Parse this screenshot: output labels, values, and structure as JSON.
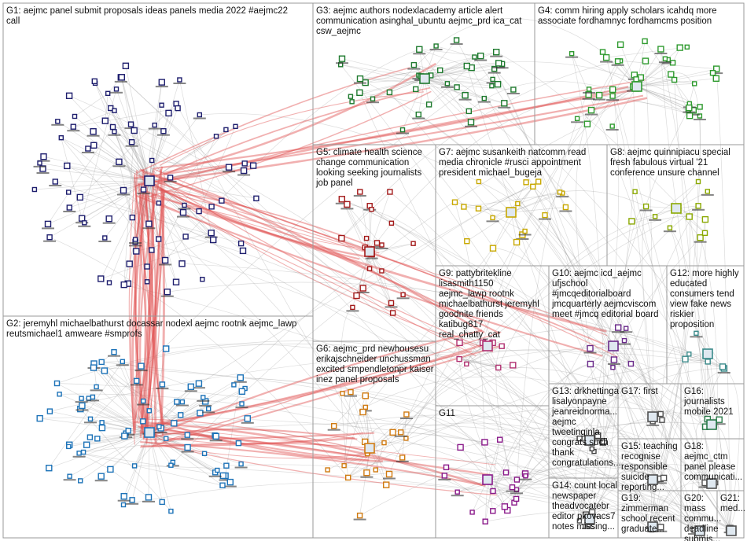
{
  "groups": [
    {
      "id": "G1",
      "label": "G1: aejmc panel submit proposals ideas panels media 2022 #aejmc22",
      "label2": "call",
      "color": "#1f1f6e",
      "n": 90
    },
    {
      "id": "G2",
      "label": "G2: jeremyhl michaelbathurst docassar nodexl aejmc rootnk aejmc_lawp",
      "label2": "reutsmichael1 amweare #smprofs",
      "color": "#1d73b8",
      "n": 85
    },
    {
      "id": "G3",
      "label": "G3: aejmc authors nodexlacademy article alert",
      "label2": "communication asinghal_ubuntu aejmc_prd ica_cat",
      "label3": "csw_aejmc",
      "color": "#1e7a2e",
      "n": 40
    },
    {
      "id": "G4",
      "label": "G4: comm hiring apply scholars icahdq more",
      "label2": "associate fordhamnyc fordhamcms position",
      "color": "#2e9a2e",
      "n": 40
    },
    {
      "id": "G5",
      "label": "G5: climate health science",
      "label2": "change communication",
      "label3": "looking seeking journalists",
      "label4": "job panel",
      "color": "#a31a1a",
      "n": 22
    },
    {
      "id": "G6",
      "label": "G6: aejmc_prd newhousesu",
      "label2": "erikajschneider unchussman",
      "label3": "excited smpendletonpr kaiser",
      "label4": "inez panel proposals",
      "color": "#d07a10",
      "n": 22
    },
    {
      "id": "G7",
      "label": "G7: aejmc susankeith natcomm read",
      "label2": "media chronicle #rusci appointment",
      "label3": "president michael_bugeja",
      "color": "#c8a800",
      "n": 18
    },
    {
      "id": "G8",
      "label": "G8: aejmc quinnipiacu special",
      "label2": "fresh fabulous virtual '21",
      "label3": "conference unsure channel",
      "color": "#8aa800",
      "n": 12
    },
    {
      "id": "G9",
      "label": "G9: pattybritekline",
      "label2": "lisasmith1150",
      "label3": "aejmc_lawp rootnk",
      "label4": "michaelbathurst jeremyhl",
      "label5": "goodnite friends",
      "label6": "katibug817",
      "label7": "real_chatty_cat",
      "color": "#b03070",
      "n": 8
    },
    {
      "id": "G10",
      "label": "G10: aejmc icd_aejmc",
      "label2": "ufjschool",
      "label3": "#jmcqeditorialboard",
      "label4": "jmcquarterly aejmcviscom",
      "label5": "meet #jmcq editorial board",
      "color": "#6a2a8a",
      "n": 8
    },
    {
      "id": "G11",
      "label": "G11",
      "color": "#8a1a8a",
      "n": 20
    },
    {
      "id": "G12",
      "label": "G12: more highly",
      "label2": "educated",
      "label3": "consumers tend",
      "label4": "view fake news",
      "label5": "riskier",
      "label6": "proposition",
      "color": "#3a8a8a",
      "n": 6
    },
    {
      "id": "G13",
      "label": "G13: drkhettinga",
      "label2": "lisalyonpayne",
      "label3": "jeanreidnorma...",
      "label4": "aejmc",
      "label5": "tweetinginla",
      "label6": "congrats such",
      "label7": "thank",
      "label8": "congratulations...",
      "color": "#404040",
      "n": 6
    },
    {
      "id": "G14",
      "label": "G14: count local",
      "label2": "newspaper",
      "label3": "theadvocatebr",
      "label4": "editor pkovacs7",
      "label5": "notes missing...",
      "color": "#505050",
      "n": 5
    },
    {
      "id": "G15",
      "label": "G15: teaching",
      "label2": "recognise",
      "label3": "responsible",
      "label4": "suicide",
      "label5": "reporting...",
      "color": "#505050",
      "n": 4
    },
    {
      "id": "G16",
      "label": "G16:",
      "label2": "journalists",
      "label3": "mobile 2021",
      "color": "#2a7a4a",
      "n": 4
    },
    {
      "id": "G17",
      "label": "G17: first",
      "color": "#505050",
      "n": 3
    },
    {
      "id": "G18",
      "label": "G18:",
      "label2": "aejmc_ctm",
      "label3": "panel please",
      "label4": "communicati...",
      "color": "#505050",
      "n": 3
    },
    {
      "id": "G19",
      "label": "G19:",
      "label2": "zimmerman",
      "label3": "school recent",
      "label4": "graduate...",
      "color": "#505050",
      "n": 3
    },
    {
      "id": "G20",
      "label": "G20:",
      "label2": "mass",
      "label3": "commu...",
      "label4": "deadline",
      "label5": "submis...",
      "color": "#505050",
      "n": 2
    },
    {
      "id": "G21",
      "label": "G21:",
      "label2": "med...",
      "color": "#505050",
      "n": 2
    }
  ]
}
